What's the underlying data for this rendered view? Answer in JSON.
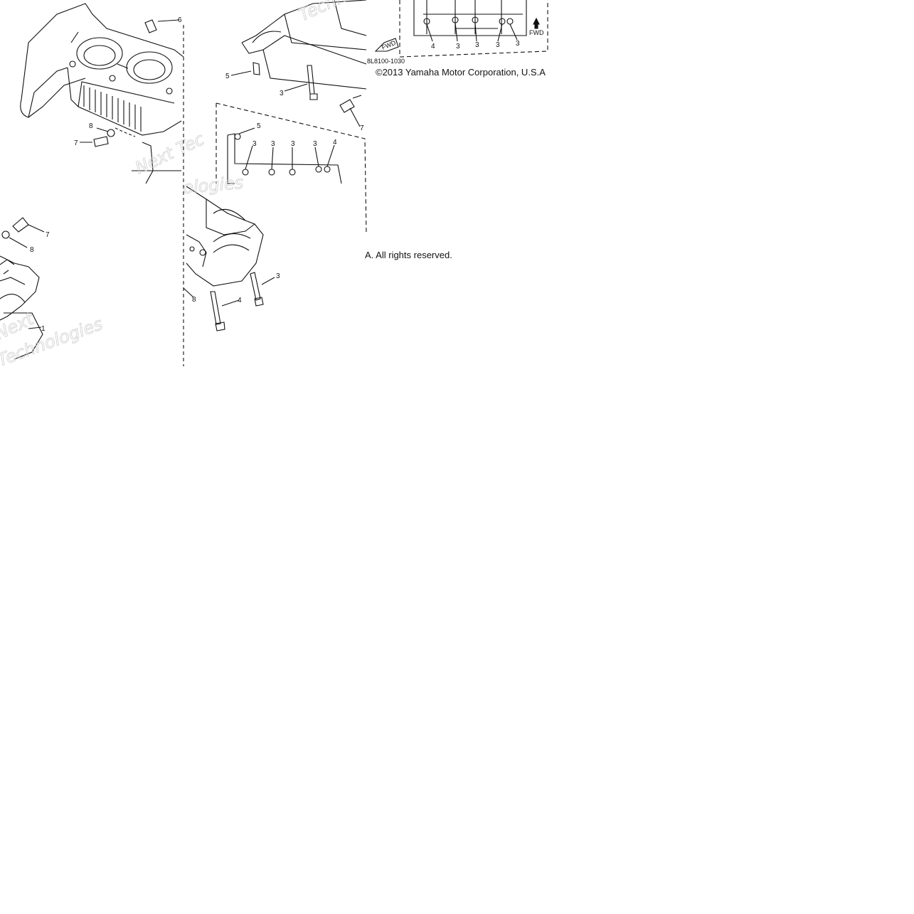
{
  "diagram": {
    "copyright": "©2013 Yamaha Motor Corporation, U.S.A",
    "rights": "A. All rights reserved.",
    "part_code": "8L8100-1030",
    "fwd_label": "FWD",
    "fwd_arrow_label": "FWD",
    "watermark_fragments": [
      "Techn",
      "Next",
      "Technologies",
      "ologies",
      "Next Tec"
    ],
    "callouts": {
      "t1": [
        "6",
        "8",
        "7"
      ],
      "t2": [
        "5",
        "3",
        "7",
        "5",
        "3",
        "3",
        "3",
        "3",
        "4"
      ],
      "t3": [
        "4",
        "3",
        "3",
        "3",
        "3"
      ],
      "t4": [
        "7",
        "8",
        "1"
      ],
      "t5": [
        "3",
        "8",
        "4"
      ]
    }
  }
}
